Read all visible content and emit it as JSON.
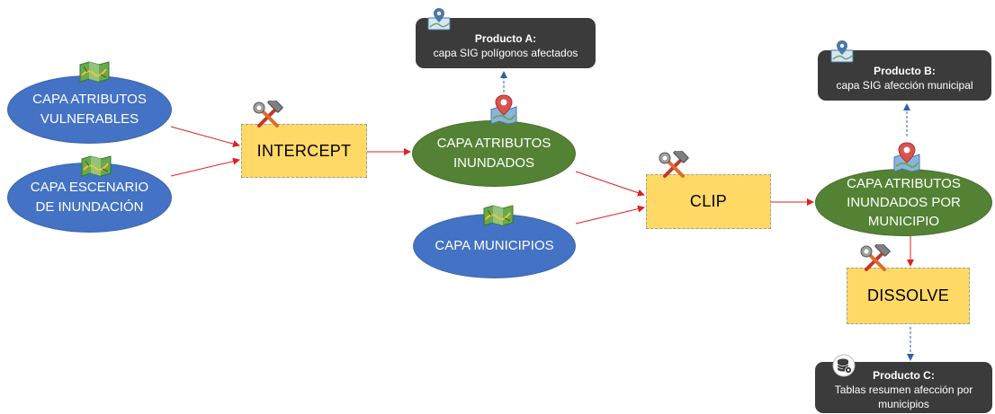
{
  "diagram": {
    "inputs": {
      "capa_atributos_vulnerables": [
        "CAPA ATRIBUTOS",
        "VULNERABLES"
      ],
      "capa_escenario": [
        "CAPA ESCENARIO",
        "DE INUNDACIÓN"
      ],
      "capa_municipios": [
        "CAPA MUNICIPIOS"
      ]
    },
    "intermediates": {
      "capa_atributos_inundados": [
        "CAPA ATRIBUTOS",
        "INUNDADOS"
      ],
      "capa_atributos_inundados_municipio": [
        "CAPA ATRIBUTOS",
        "INUNDADOS POR",
        "MUNICIPIO"
      ]
    },
    "operations": {
      "intercept": "INTERCEPT",
      "clip": "CLIP",
      "dissolve": "DISSOLVE"
    },
    "products": {
      "a": {
        "title": "Producto A:",
        "lines": [
          "capa SIG polígonos afectados"
        ]
      },
      "b": {
        "title": "Producto B:",
        "lines": [
          "capa SIG afección municipal"
        ]
      },
      "c": {
        "title": "Producto C:",
        "lines": [
          "Tablas resumen afección por",
          "municipios"
        ]
      }
    },
    "icons": {
      "map": "folded-map-icon",
      "tool": "hammer-wrench-icon",
      "map_pin": "map-pin-icon",
      "database": "database-gear-icon"
    },
    "colors": {
      "input_ellipse": "#4472c4",
      "intermediate_ellipse": "#548235",
      "operation_box": "#ffd966",
      "product_box": "#3b3b3b",
      "flow_arrow": "#e02020",
      "output_arrow": "#2e5fa8"
    }
  }
}
